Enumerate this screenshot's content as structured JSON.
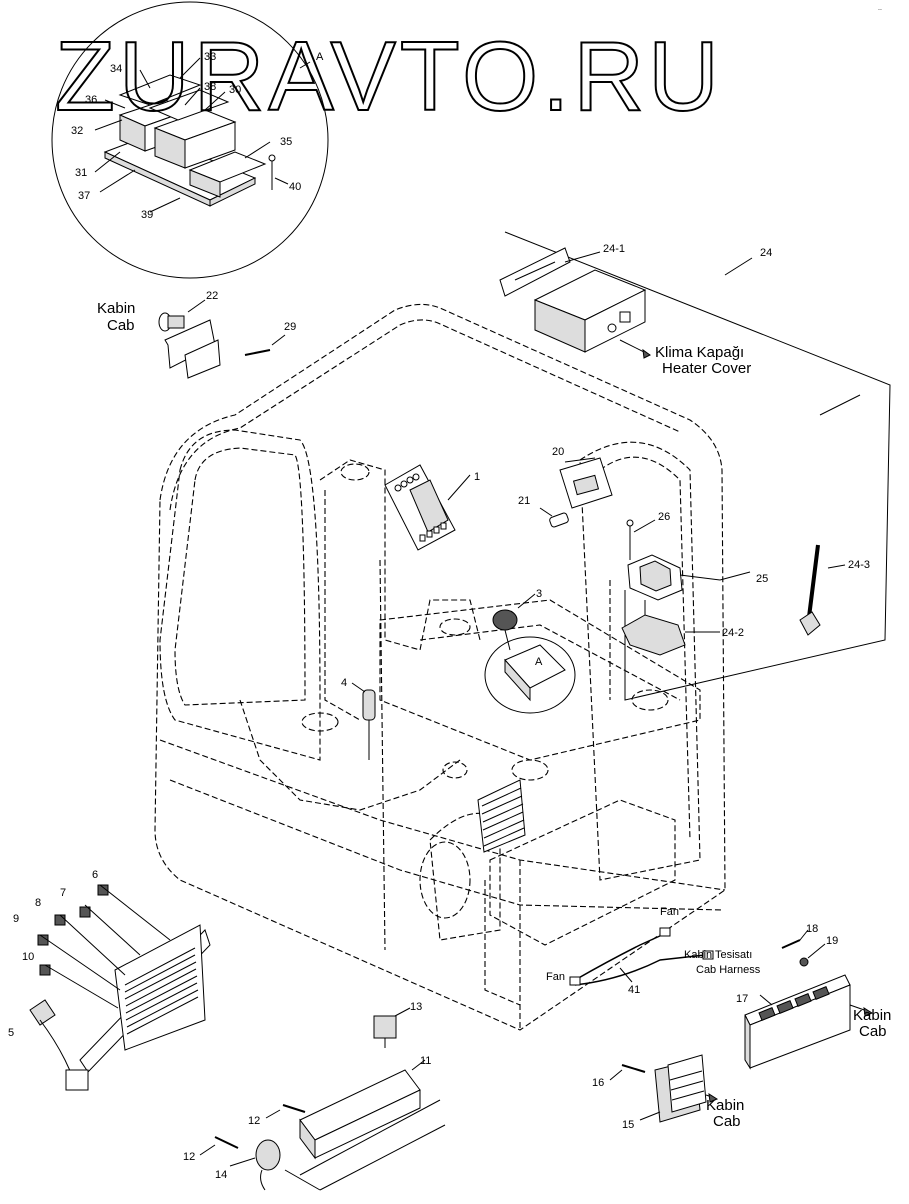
{
  "watermark": "ZURAVTO.RU",
  "corner_mark": "..",
  "detail_view_label": "A",
  "detail_marker_label": "A",
  "callouts": {
    "c1": "1",
    "c3": "3",
    "c4": "4",
    "c5": "5",
    "c6": "6",
    "c7": "7",
    "c8": "8",
    "c9": "9",
    "c10": "10",
    "c11": "11",
    "c12a": "12",
    "c12b": "12",
    "c13": "13",
    "c14": "14",
    "c15": "15",
    "c16": "16",
    "c17": "17",
    "c18": "18",
    "c19": "19",
    "c20": "20",
    "c21": "21",
    "c22": "22",
    "c24": "24",
    "c24_1": "24-1",
    "c24_2": "24-2",
    "c24_3": "24-3",
    "c25": "25",
    "c26": "26",
    "c29": "29",
    "c30": "30",
    "c31": "31",
    "c32": "32",
    "c33": "33",
    "c34": "34",
    "c35": "35",
    "c36": "36",
    "c37": "37",
    "c38": "38",
    "c39": "39",
    "c40": "40",
    "c41": "41"
  },
  "labels": {
    "kabin_22": "Kabin",
    "cab_22": "Cab",
    "klima": "Klima Kapağı",
    "heater": "Heater Cover",
    "fan_top": "Fan",
    "fan_left": "Fan",
    "kabin_tesisati": "Kabin Tesisatı",
    "cab_harness": "Cab Harness",
    "kabin_17": "Kabin",
    "cab_17": "Cab",
    "kabin_15": "Kabin",
    "cab_15": "Cab"
  }
}
